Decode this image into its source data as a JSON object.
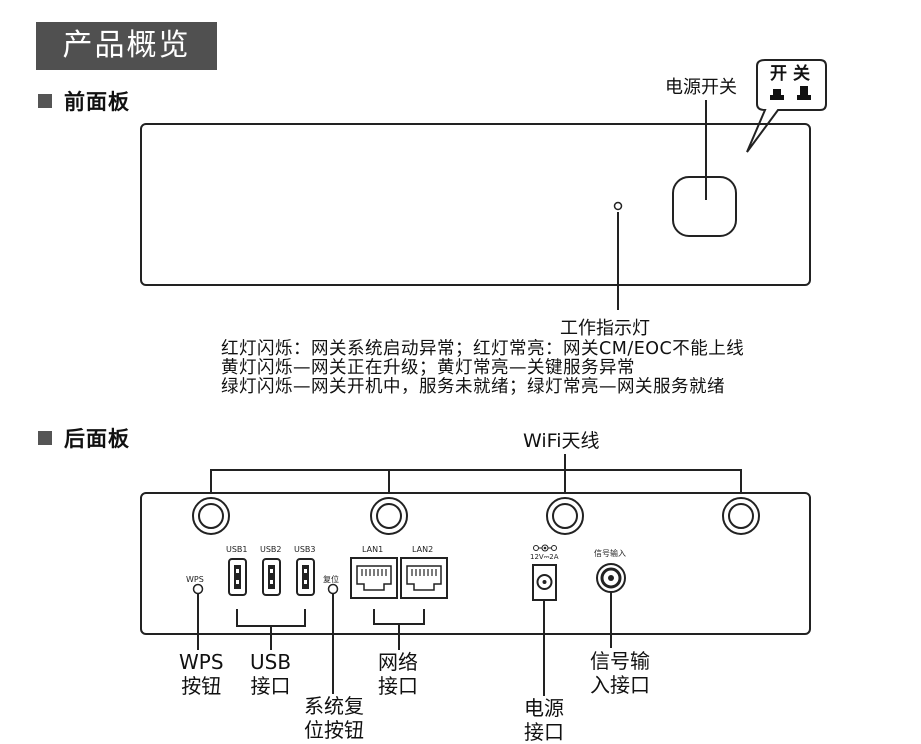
{
  "header": {
    "title": "产品概览"
  },
  "front_panel": {
    "section_label": "前面板",
    "power_switch_label": "电源开关",
    "callout": {
      "on_label": "开",
      "off_label": "关"
    },
    "indicator_label": "工作指示灯",
    "descriptions": [
      "红灯闪烁：网关系统启动异常；红灯常亮：网关CM/EOC不能上线",
      "黄灯闪烁—网关正在升级；黄灯常亮—关键服务异常",
      "绿灯闪烁—网关开机中，服务未就绪；绿灯常亮—网关服务就绪"
    ]
  },
  "rear_panel": {
    "section_label": "后面板",
    "antenna_label": "WiFi天线",
    "port_labels": {
      "usb1": "USB1",
      "usb2": "USB2",
      "usb3": "USB3",
      "lan1": "LAN1",
      "lan2": "LAN2",
      "wps": "WPS",
      "reset": "复位",
      "power_spec": "12V⎓2A",
      "signal_in": "信号输入"
    },
    "callouts": {
      "wps": [
        "WPS",
        "按钮"
      ],
      "usb": [
        "USB",
        "接口"
      ],
      "reset": [
        "系统复",
        "位按钮"
      ],
      "lan": [
        "网络",
        "接口"
      ],
      "power": [
        "电源",
        "接口"
      ],
      "signal": [
        "信号输",
        "入接口"
      ]
    }
  }
}
